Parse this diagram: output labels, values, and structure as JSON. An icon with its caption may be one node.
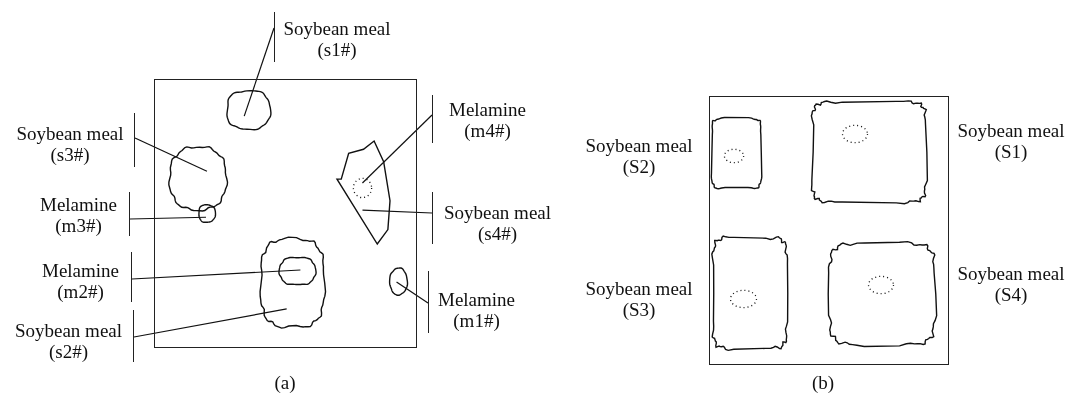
{
  "diagram": {
    "nodes": [
      {
        "text": [],
        "shape": "box"
      },
      {
        "text": [
          "Soybean meal (s1#)"
        ]
      },
      {
        "text": [],
        "shape": "blob",
        "in": 0
      },
      {
        "text": [
          "Soybean meal (s3#)"
        ]
      },
      {
        "text": [],
        "shape": "blob",
        "in": 0
      },
      {
        "text": [
          "Melamine (m3#)"
        ]
      },
      {
        "text": [],
        "shape": "blob",
        "in": 0
      },
      {
        "text": [
          "Melamine (m4#)"
        ]
      },
      {
        "text": [],
        "shape": "blob",
        "in": 0
      },
      {
        "text": [],
        "shape": "circle",
        "in": 8
      },
      {
        "text": [
          "Soybean meal (s4#)"
        ]
      },
      {
        "text": [
          "Melamine (m2#)"
        ]
      },
      {
        "text": [],
        "shape": "blob",
        "in": 0
      },
      {
        "text": [],
        "shape": "blob",
        "in": 12
      },
      {
        "text": [
          "Melamine (m1#)"
        ]
      },
      {
        "text": [],
        "shape": "blob",
        "in": 0
      },
      {
        "text": [
          "Soybean meal (s2#)"
        ]
      },
      {
        "text": [],
        "shape": "box"
      },
      {
        "text": [],
        "shape": "blob",
        "in": 17
      },
      {
        "text": [],
        "shape": "blob",
        "in": 17
      },
      {
        "text": [],
        "shape": "blob",
        "in": 17
      },
      {
        "text": [],
        "shape": "blob",
        "in": 17
      },
      {
        "text": [],
        "shape": "circle",
        "in": 18
      },
      {
        "text": [],
        "shape": "circle",
        "in": 19
      },
      {
        "text": [],
        "shape": "circle",
        "in": 20
      },
      {
        "text": [],
        "shape": "circle",
        "in": 21
      }
    ],
    "edges": [
      {
        "from": 1,
        "to": 2,
        "arrow": "none"
      },
      {
        "from": 3,
        "to": 4,
        "arrow": "none"
      },
      {
        "from": 5,
        "to": 6,
        "arrow": "none"
      },
      {
        "from": 7,
        "to": 9,
        "arrow": "none"
      },
      {
        "from": 10,
        "to": 8,
        "arrow": "none"
      },
      {
        "from": 11,
        "to": 13,
        "arrow": "none"
      },
      {
        "from": 14,
        "to": 15,
        "arrow": "none"
      },
      {
        "from": 16,
        "to": 12,
        "arrow": "none"
      }
    ],
    "labels": [
      "Soybean meal (S2)",
      "Soybean meal (S1)",
      "Soybean meal (S3)",
      "Soybean meal (S4)",
      "(a)",
      "(b)"
    ]
  }
}
